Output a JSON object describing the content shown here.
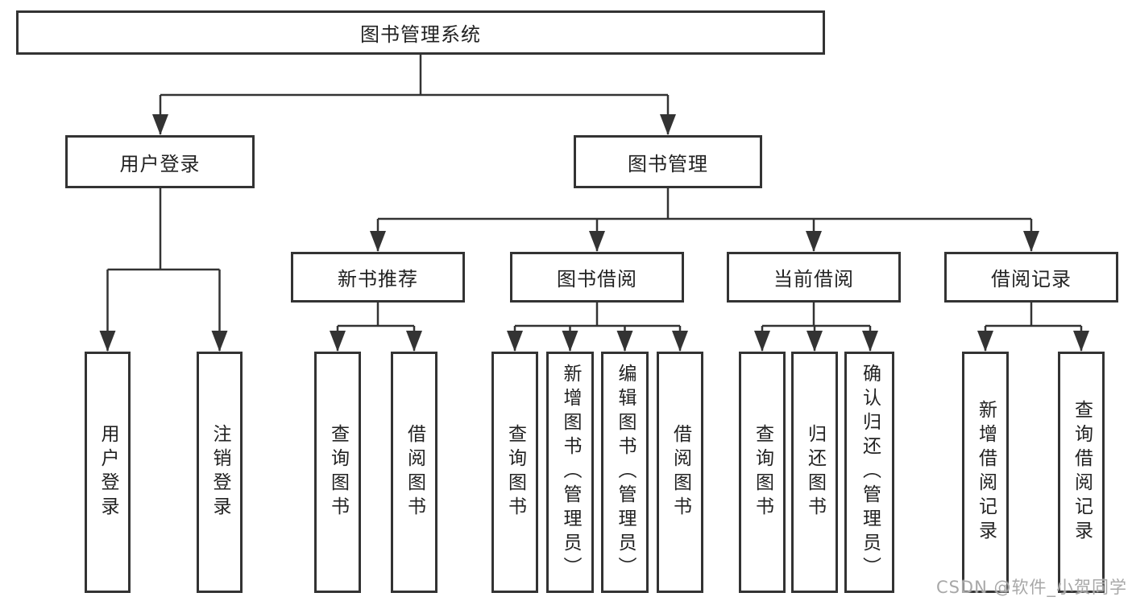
{
  "diagram": {
    "title": "图书管理系统",
    "tree": {
      "label": "图书管理系统",
      "children": [
        {
          "label": "用户登录",
          "children": [
            {
              "label": "用户登录"
            },
            {
              "label": "注销登录"
            }
          ]
        },
        {
          "label": "图书管理",
          "children": [
            {
              "label": "新书推荐",
              "children": [
                {
                  "label": "查询图书"
                },
                {
                  "label": "借阅图书"
                }
              ]
            },
            {
              "label": "图书借阅",
              "children": [
                {
                  "label": "查询图书"
                },
                {
                  "label": "新增图书（管理员）"
                },
                {
                  "label": "编辑图书（管理员）"
                },
                {
                  "label": "借阅图书"
                }
              ]
            },
            {
              "label": "当前借阅",
              "children": [
                {
                  "label": "查询图书"
                },
                {
                  "label": "归还图书"
                },
                {
                  "label": "确认归还（管理员）"
                }
              ]
            },
            {
              "label": "借阅记录",
              "children": [
                {
                  "label": "新增借阅记录"
                },
                {
                  "label": "查询借阅记录"
                }
              ]
            }
          ]
        }
      ]
    },
    "watermark": "CSDN @软件_小贺同学",
    "colors": {
      "line": "#333333",
      "box_border": "#333333",
      "text": "#222222",
      "background": "#ffffff",
      "watermark": "#a8a8a8"
    }
  }
}
